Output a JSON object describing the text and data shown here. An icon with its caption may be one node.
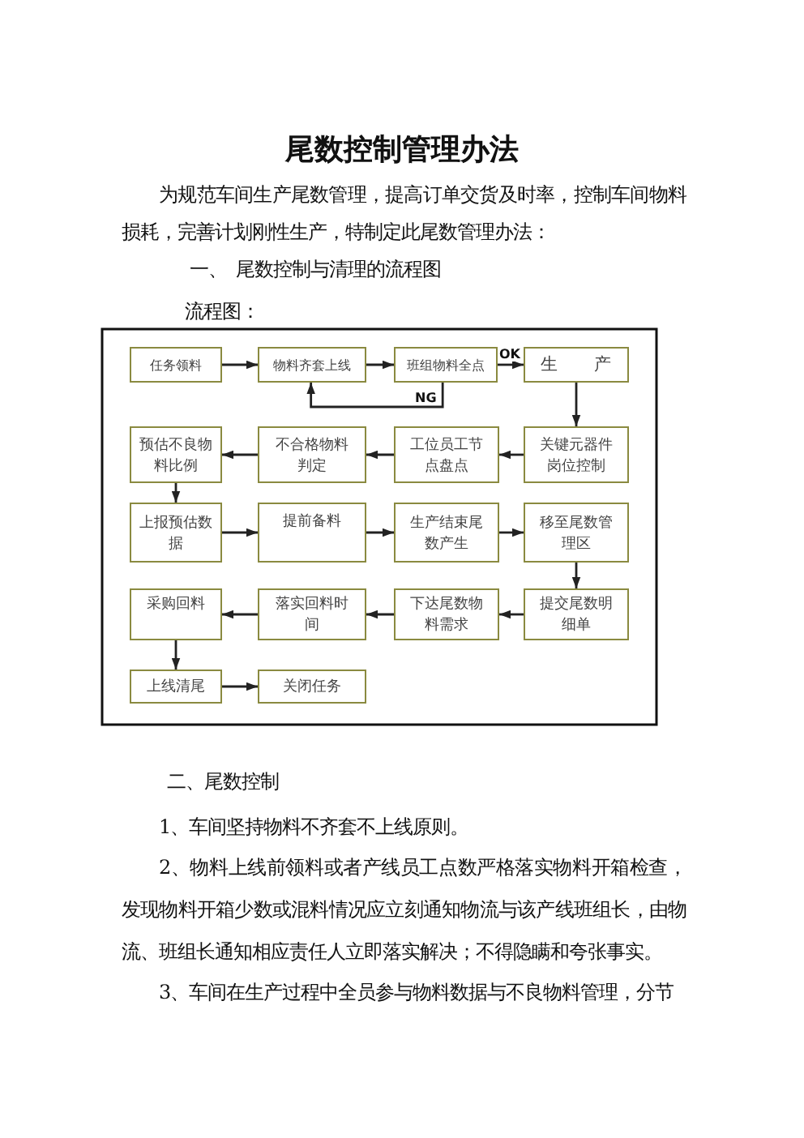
{
  "diagram": {
    "title": "尾数控制管理办法",
    "nodes": [
      {
        "text": [
          "任务领料"
        ]
      },
      {
        "text": [
          "物料齐套上线"
        ]
      },
      {
        "text": [
          "班组物料全点"
        ]
      },
      {
        "text": [
          "生 产"
        ]
      },
      {
        "text": [
          "预估不良物料比例"
        ]
      },
      {
        "text": [
          "不合格物料判定"
        ]
      },
      {
        "text": [
          "工位员工节点盘点"
        ]
      },
      {
        "text": [
          "关键元器件岗位控制"
        ]
      },
      {
        "text": [
          "上报预估数据"
        ]
      },
      {
        "text": [
          "提前备料"
        ]
      },
      {
        "text": [
          "生产结束尾数产生"
        ]
      },
      {
        "text": [
          "移至尾数管理区"
        ]
      },
      {
        "text": [
          "采购回料"
        ]
      },
      {
        "text": [
          "落实回料时间"
        ]
      },
      {
        "text": [
          "下达尾数物料需求"
        ]
      },
      {
        "text": [
          "提交尾数明细单"
        ]
      },
      {
        "text": [
          "上线清尾"
        ]
      },
      {
        "text": [
          "关闭任务"
        ]
      }
    ],
    "edges": [
      {
        "from": 0,
        "to": 1,
        "arrow": "to"
      },
      {
        "from": 1,
        "to": 2,
        "arrow": "to"
      },
      {
        "from": 2,
        "to": 3,
        "arrow": "to",
        "label": "OK"
      },
      {
        "from": 2,
        "to": 1,
        "arrow": "to",
        "label": "NG"
      },
      {
        "from": 3,
        "to": 7,
        "arrow": "to"
      },
      {
        "from": 7,
        "to": 6,
        "arrow": "to"
      },
      {
        "from": 6,
        "to": 5,
        "arrow": "to"
      },
      {
        "from": 5,
        "to": 4,
        "arrow": "to"
      },
      {
        "from": 4,
        "to": 8,
        "arrow": "to"
      },
      {
        "from": 8,
        "to": 9,
        "arrow": "to"
      },
      {
        "from": 9,
        "to": 10,
        "arrow": "to"
      },
      {
        "from": 10,
        "to": 11,
        "arrow": "to"
      },
      {
        "from": 11,
        "to": 15,
        "arrow": "to"
      },
      {
        "from": 15,
        "to": 14,
        "arrow": "to"
      },
      {
        "from": 14,
        "to": 13,
        "arrow": "to"
      },
      {
        "from": 13,
        "to": 12,
        "arrow": "to"
      },
      {
        "from": 12,
        "to": 16,
        "arrow": "to"
      },
      {
        "from": 16,
        "to": 17,
        "arrow": "to"
      }
    ],
    "labels": [
      "为规范车间生产尾数管理，提高订单交货及时率，控制车间物料损耗，完善计划刚性生产，特制定此尾数管理办法：",
      "一、 尾数控制与清理的流程图",
      "流程图：",
      "二、尾数控制",
      "1、车间坚持物料不齐套不上线原则。",
      "2、物料上线前领料或者产线员工点数严格落实物料开箱检查，发现物料开箱少数或混料情况应立刻通知物流与该产线班组长，由物流、班组长通知相应责任人立即落实解决；不得隐瞒和夸张事实。",
      "3、车间在生产过程中全员参与物料数据与不良物料管理，分节"
    ]
  }
}
